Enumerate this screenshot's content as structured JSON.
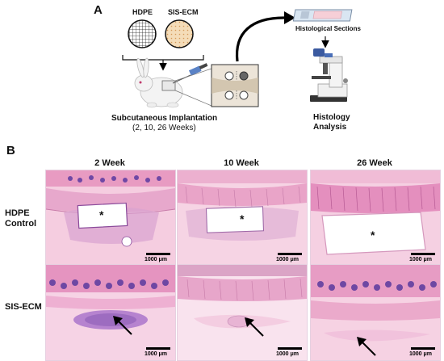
{
  "panelA": {
    "letter": "A",
    "hdpe_label": "HDPE",
    "sis_label": "SIS-ECM",
    "implant_title": "Subcutaneous Implantation",
    "implant_weeks": "(2, 10, 26 Weeks)",
    "sections_label": "Histological Sections",
    "analysis_label_1": "Histology",
    "analysis_label_2": "Analysis"
  },
  "panelB": {
    "letter": "B",
    "columns": [
      "2 Week",
      "10 Week",
      "26 Week"
    ],
    "rows": [
      {
        "line1": "HDPE",
        "line2": "Control"
      },
      {
        "line1": "SIS-ECM",
        "line2": ""
      }
    ],
    "asterisk": "*",
    "scale_label": "1000 μm"
  }
}
